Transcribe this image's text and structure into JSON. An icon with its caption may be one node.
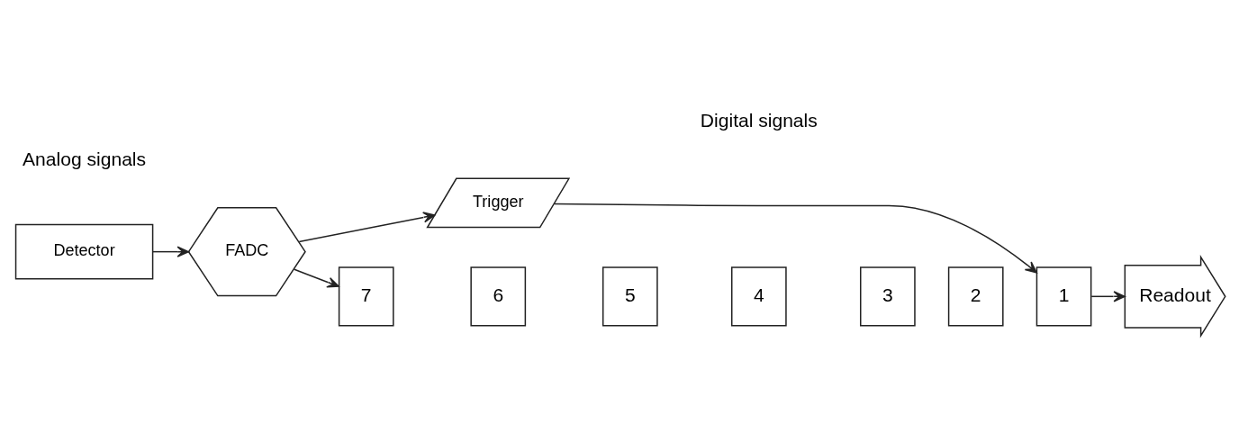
{
  "diagram": {
    "nodes": [
      {
        "text": [
          "Detector"
        ]
      },
      {
        "text": [
          "FADC"
        ]
      },
      {
        "text": [
          "Trigger"
        ]
      },
      {
        "text": [
          "7"
        ]
      },
      {
        "text": [
          "6"
        ]
      },
      {
        "text": [
          "5"
        ]
      },
      {
        "text": [
          "4"
        ]
      },
      {
        "text": [
          "3"
        ]
      },
      {
        "text": [
          "2"
        ]
      },
      {
        "text": [
          "1"
        ]
      },
      {
        "text": [
          "Readout"
        ]
      }
    ],
    "edges": [
      {
        "from": 0,
        "to": 1,
        "arrow": "to"
      },
      {
        "from": 1,
        "to": 3,
        "arrow": "to"
      },
      {
        "from": 1,
        "to": 2,
        "arrow": "to"
      },
      {
        "from": 2,
        "to": 9,
        "arrow": "to"
      },
      {
        "from": 9,
        "to": 10,
        "arrow": "to"
      }
    ],
    "labels": [
      "Analog signals",
      "Digital signals"
    ]
  }
}
